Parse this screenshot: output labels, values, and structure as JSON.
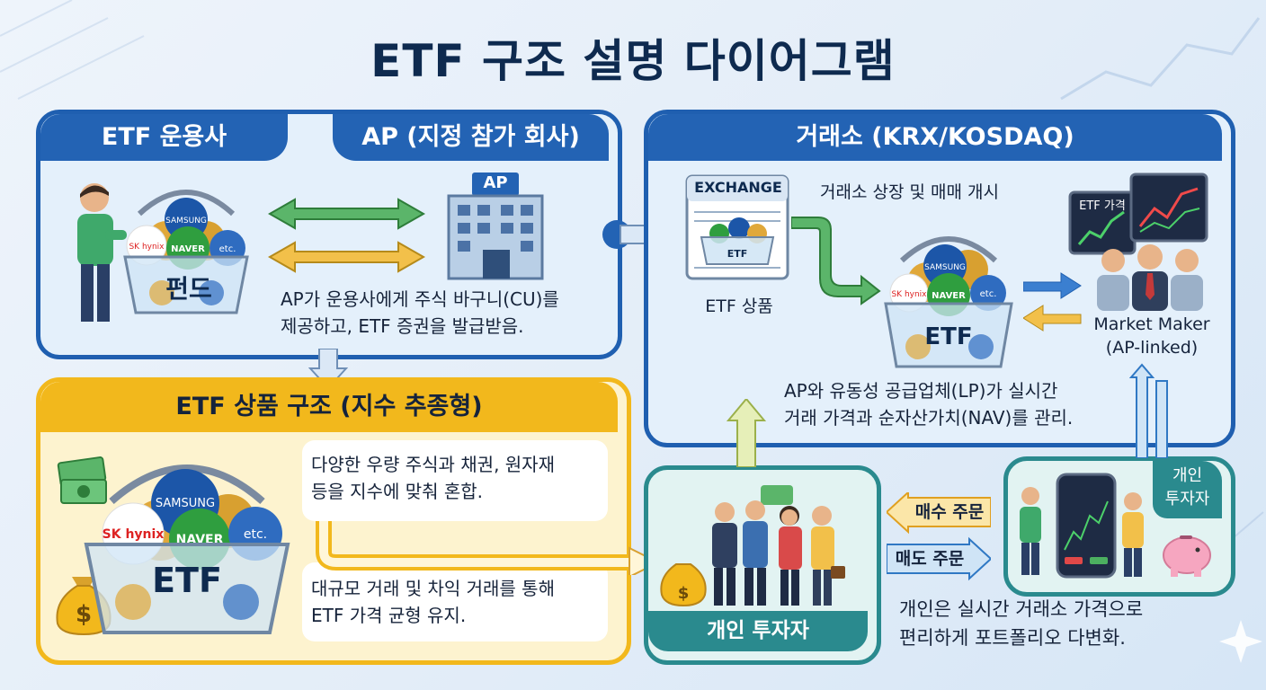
{
  "title": "ETF 구조 설명 다이어그램",
  "operator": {
    "header": "ETF 운용사",
    "basket_label": "펀드",
    "balls": [
      "SAMSUNG",
      "SK hynix",
      "NAVER",
      "etc."
    ]
  },
  "ap": {
    "header": "AP (지정 참가 회사)",
    "building_label": "AP",
    "description_line1": "AP가 운용사에게 주식 바구니(CU)를",
    "description_line2": "제공하고, ETF 증권을 발급받음."
  },
  "exchange": {
    "header": "거래소 (KRX/KOSDAQ)",
    "listing_text": "거래소 상장 및 매매 개시",
    "doc_label": "EXCHANGE",
    "product_label": "ETF 상품",
    "basket_label": "ETF",
    "balls": [
      "SAMSUNG",
      "SK hynix",
      "NAVER",
      "etc."
    ],
    "monitor_label": "ETF 가격",
    "mm_line1": "Market Maker",
    "mm_line2": "(AP-linked)",
    "lp_line1": "AP와 유동성 공급업체(LP)가 실시간",
    "lp_line2": "거래 가격과 순자산가치(NAV)를 관리."
  },
  "product": {
    "header": "ETF 상품 구조 (지수 추종형)",
    "basket_label": "ETF",
    "balls": [
      "SAMSUNG",
      "SK hynix",
      "NAVER",
      "etc."
    ],
    "desc1_line1": "다양한 우량 주식과 채권, 원자재",
    "desc1_line2": "등을 지수에 맞춰 혼합.",
    "desc2_line1": "대규모 거래 및 차익 거래를 통해",
    "desc2_line2": "ETF 가격 균형 유지."
  },
  "investors": {
    "label": "개인 투자자"
  },
  "orders": {
    "buy": "매수 주문",
    "sell": "매도 주문"
  },
  "individual": {
    "tag_line1": "개인",
    "tag_line2": "투자자",
    "note_line1": "개인은 실시간 거래소 가격으로",
    "note_line2": "편리하게 포트폴리오 다변화."
  },
  "colors": {
    "navy": "#1f5fb0",
    "gold": "#f2b81c",
    "teal": "#2a8a8e",
    "green": "#4caf50",
    "orange": "#f0a020"
  }
}
